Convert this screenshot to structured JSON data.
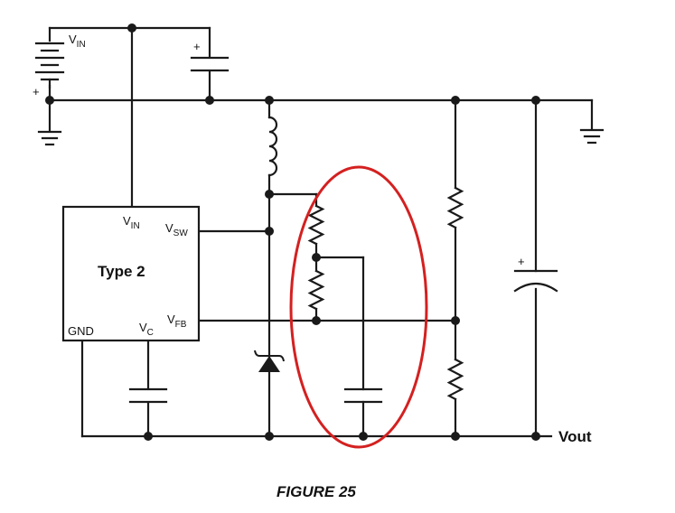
{
  "source": {
    "main": "V",
    "sub": "IN",
    "plus": "+"
  },
  "input_cap": {
    "plus": "+"
  },
  "ic": {
    "title": "Type 2",
    "pins": {
      "vin": {
        "main": "V",
        "sub": "IN"
      },
      "vsw": {
        "main": "V",
        "sub": "SW"
      },
      "gnd": "GND",
      "vc": {
        "main": "V",
        "sub": "C"
      },
      "vfb": {
        "main": "V",
        "sub": "FB"
      }
    }
  },
  "output_cap": {
    "plus": "+"
  },
  "output": {
    "label": "Vout"
  },
  "caption": "FIGURE 25",
  "colors": {
    "wire": "#1a1a1a",
    "highlight": "#d42020",
    "background": "#ffffff"
  }
}
